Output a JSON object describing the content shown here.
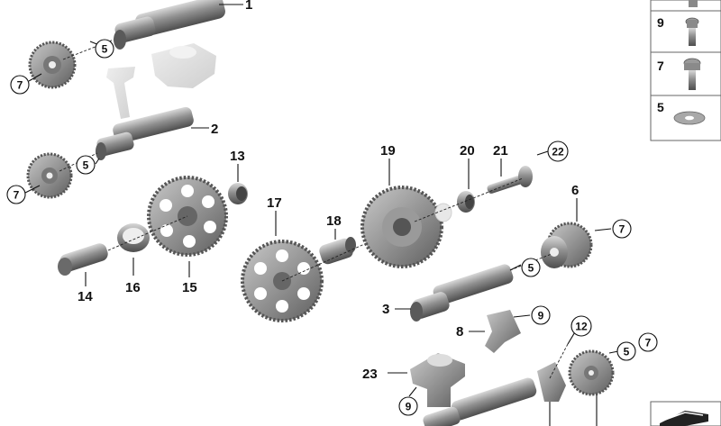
{
  "labels": {
    "1": "1",
    "2": "2",
    "3": "3",
    "5": "5",
    "6": "6",
    "7": "7",
    "8": "8",
    "9": "9",
    "12": "12",
    "13": "13",
    "14": "14",
    "15": "15",
    "16": "16",
    "17": "17",
    "18": "18",
    "19": "19",
    "20": "20",
    "21": "21",
    "22": "22",
    "23": "23"
  },
  "legend": [
    {
      "number": "9",
      "icon": "bolt-icon"
    },
    {
      "number": "7",
      "icon": "torx-bolt-icon"
    },
    {
      "number": "5",
      "icon": "washer-icon"
    }
  ],
  "colors": {
    "metal_dark": "#6f6f6f",
    "metal_mid": "#9a9a9a",
    "metal_light": "#c8c8c8",
    "ghost": "#dcdcdc",
    "line": "#111111"
  }
}
